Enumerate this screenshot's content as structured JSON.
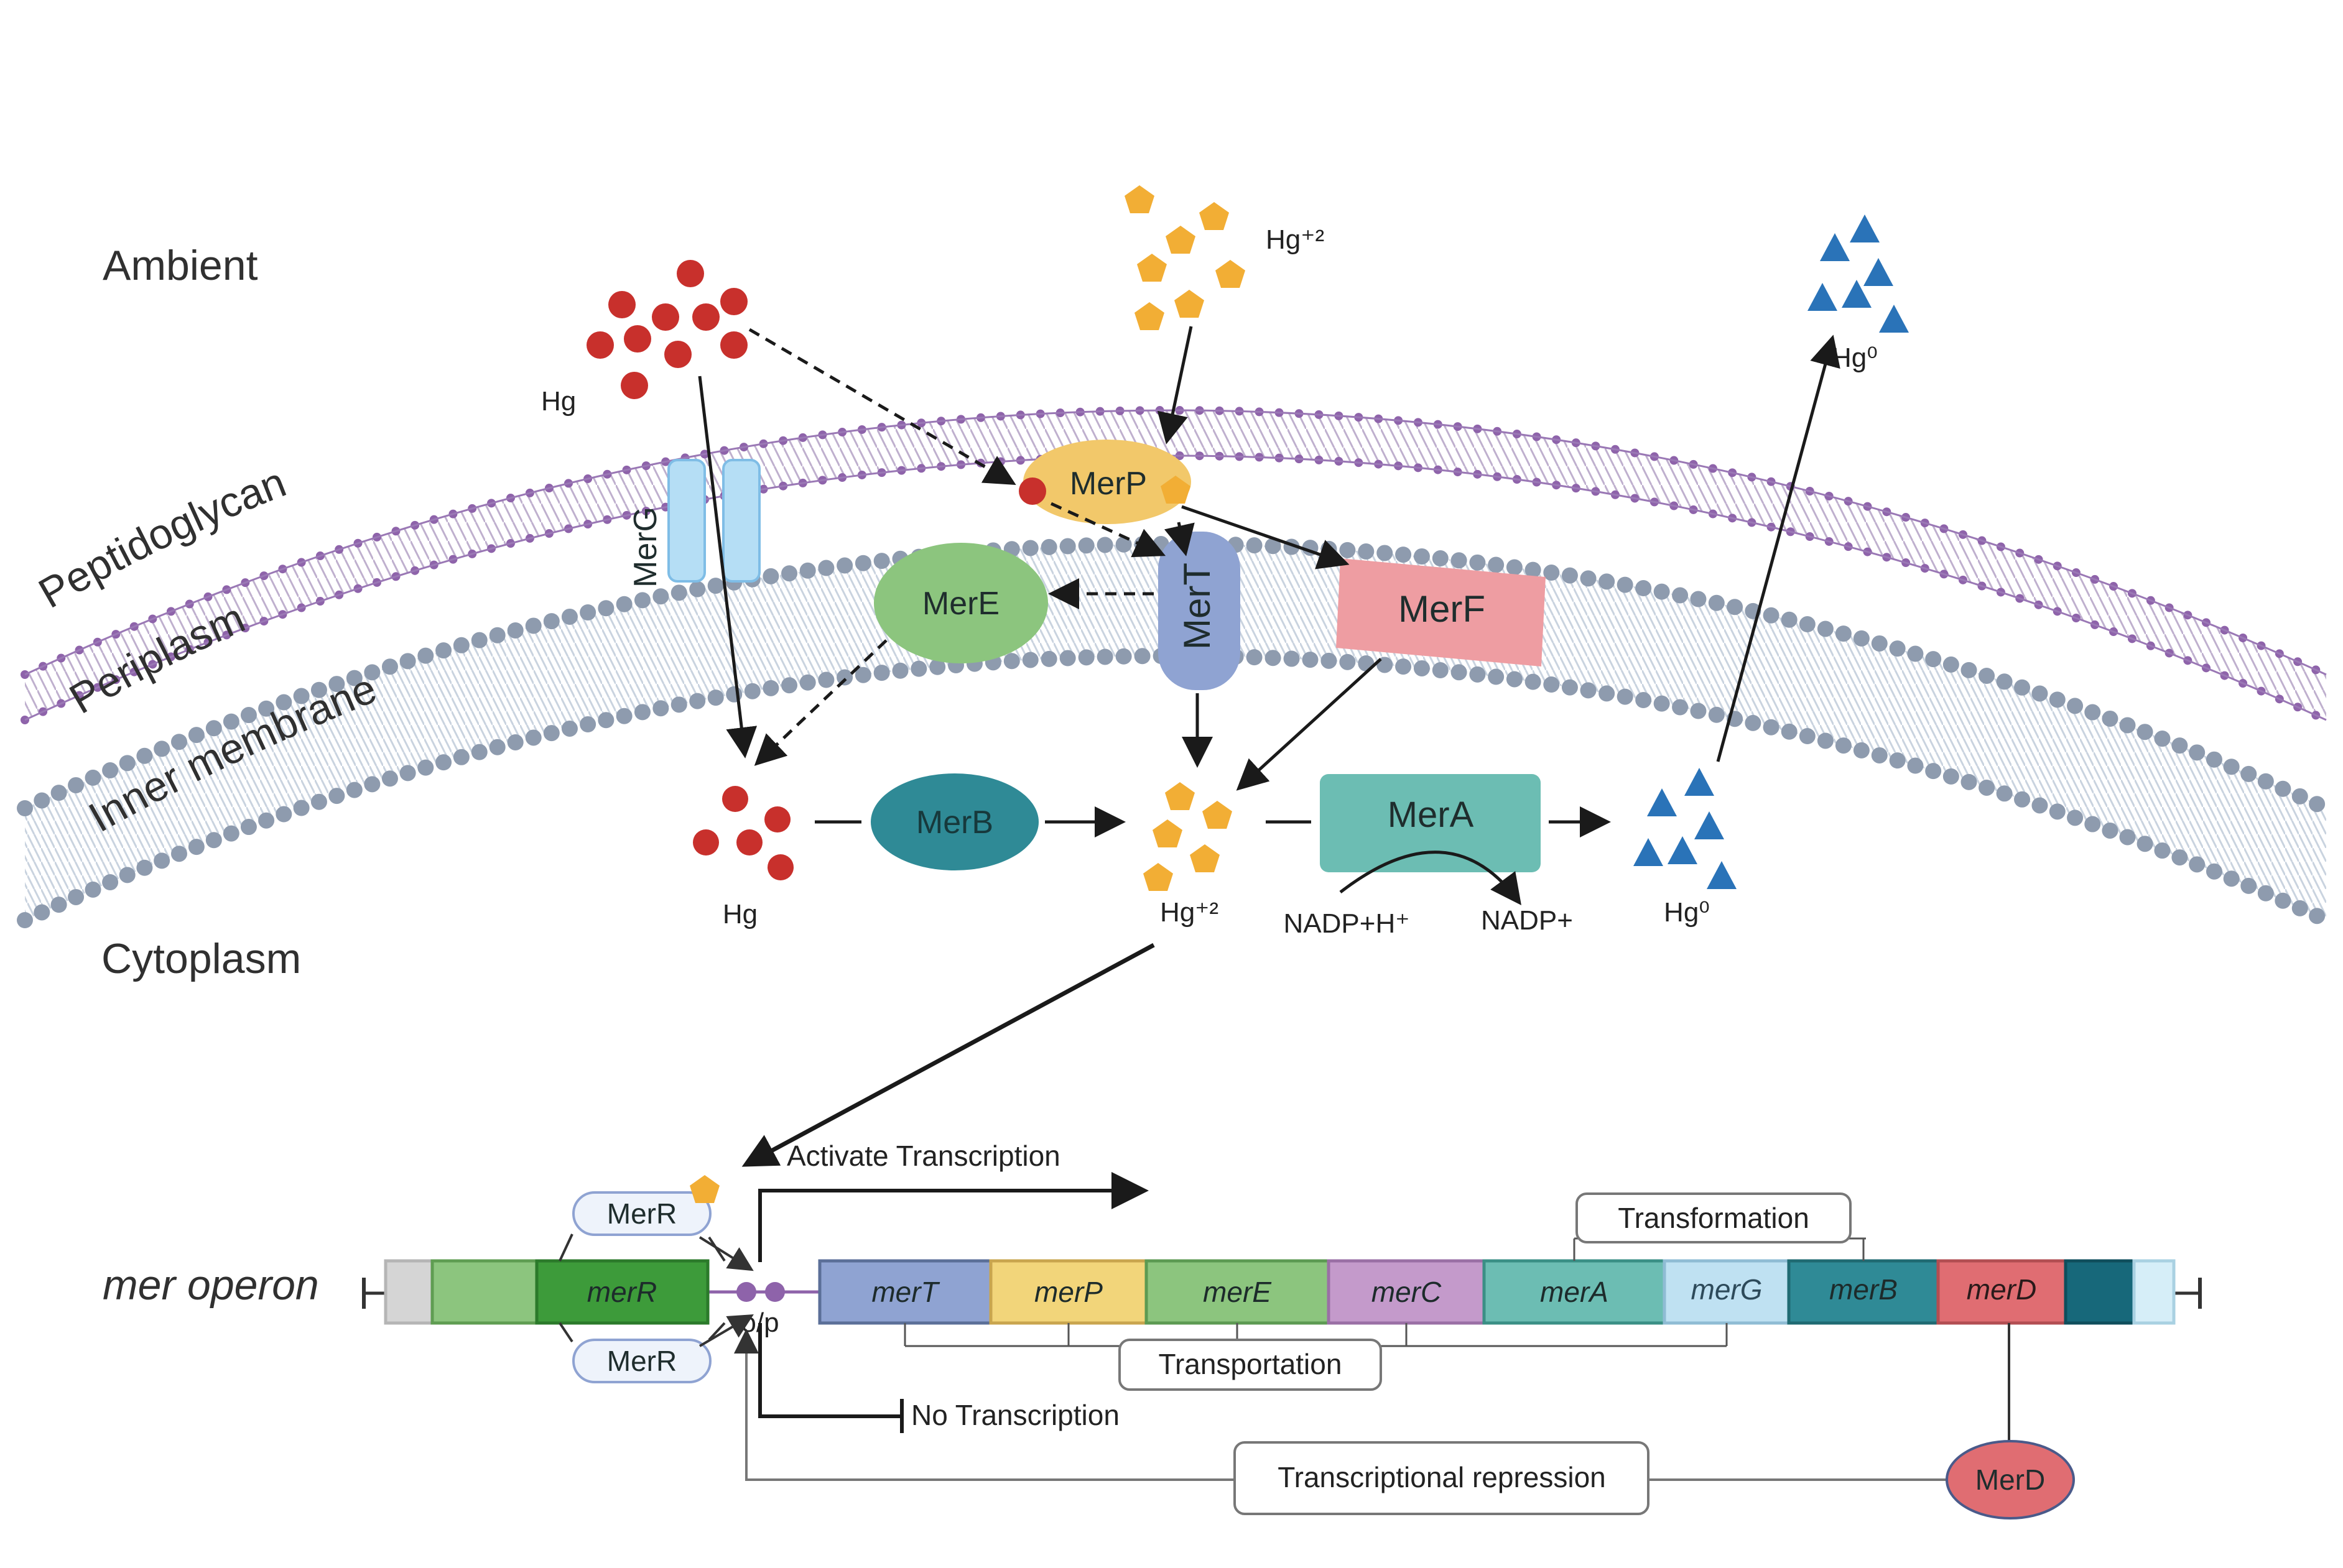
{
  "regions": {
    "ambient": "Ambient",
    "peptidoglycan": "Peptidoglycan",
    "periplasm": "Periplasm",
    "inner_membrane": "Inner membrane",
    "cytoplasm": "Cytoplasm"
  },
  "species": {
    "hg_outside": "Hg",
    "hg2_outside": "Hg⁺²",
    "hg0_outside": "Hg⁰",
    "hg_inside": "Hg",
    "hg2_inside": "Hg⁺²",
    "hg0_inside": "Hg⁰",
    "nadph": "NADP+H⁺",
    "nadp": "NADP+"
  },
  "proteins": {
    "merP": "MerP",
    "merT": "MerT",
    "merF": "MerF",
    "merE": "MerE",
    "merG": "MerG",
    "merB": "MerB",
    "merA": "MerA",
    "merR_top": "MerR",
    "merR_bottom": "MerR",
    "merD": "MerD"
  },
  "operon": {
    "title": "mer operon",
    "op": "o/p",
    "genes": [
      "merR",
      "merT",
      "merP",
      "merE",
      "merC",
      "merA",
      "merG",
      "merB",
      "merD"
    ],
    "activate": "Activate Transcription",
    "no_transcription": "No Transcription",
    "transformation": "Transformation",
    "transportation": "Transportation",
    "repression": "Transcriptional repression"
  },
  "colors": {
    "hg": "#c8302c",
    "hg2": "#f2ae35",
    "hg0": "#2a73b8",
    "peptidoglycan": "#8e63aa",
    "membrane": "#8e9bae",
    "merP": "#f2c86a",
    "merT": "#8fa3d2",
    "merF": "#ee9da2",
    "merE": "#8cc57e",
    "merB": "#2f8a96",
    "merA": "#6cbdb3",
    "merD": "#e06d72"
  }
}
